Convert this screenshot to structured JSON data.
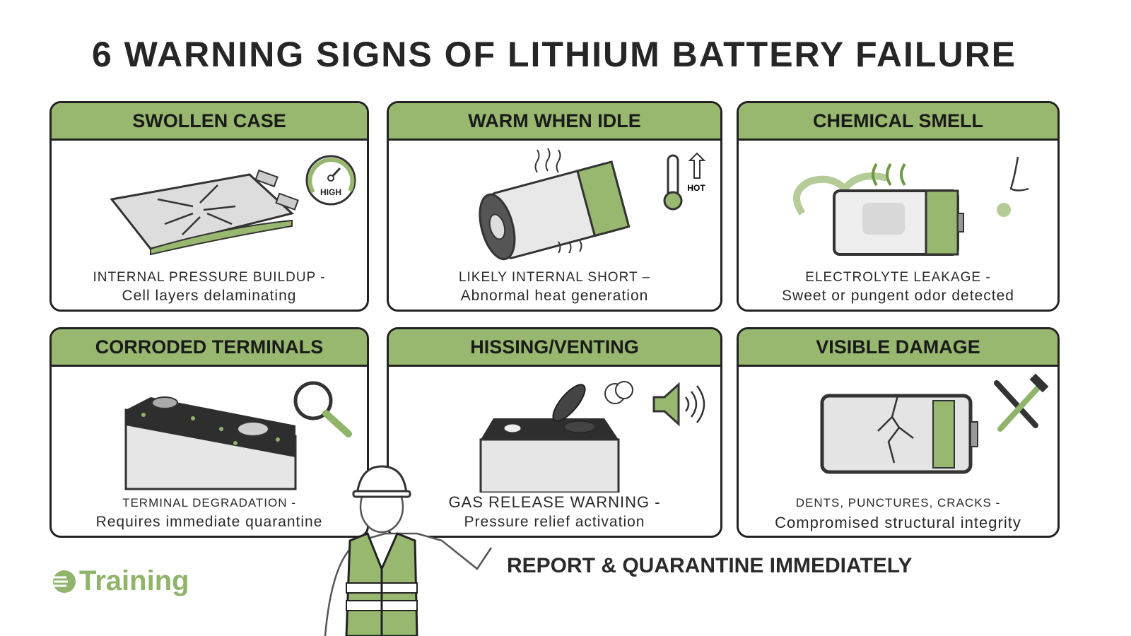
{
  "title": "6 WARNING SIGNS OF LITHIUM BATTERY FAILURE",
  "cards": [
    {
      "heading": "SWOLLEN CASE",
      "line1": "INTERNAL PRESSURE BUILDUP -",
      "line2": "Cell layers delaminating",
      "badge": "HIGH"
    },
    {
      "heading": "WARM WHEN IDLE",
      "line1": "LIKELY INTERNAL SHORT –",
      "line2": "Abnormal heat generation",
      "badge": "HOT"
    },
    {
      "heading": "CHEMICAL SMELL",
      "line1": "ELECTROLYTE LEAKAGE -",
      "line2": "Sweet or pungent odor detected"
    },
    {
      "heading": "CORRODED TERMINALS",
      "line1": "TERMINAL DEGRADATION -",
      "line2": "Requires immediate quarantine"
    },
    {
      "heading": "HISSING/VENTING",
      "line1": "GAS RELEASE WARNING -",
      "line2": "Pressure relief activation"
    },
    {
      "heading": "VISIBLE DAMAGE",
      "line1": "DENTS, PUNCTURES, CRACKS -",
      "line2": "Compromised structural integrity"
    }
  ],
  "footer": {
    "cta": "REPORT & QUARANTINE IMMEDIATELY",
    "logo_text": "Training"
  },
  "colors": {
    "accent": "#98b86f",
    "outline": "#222222"
  }
}
